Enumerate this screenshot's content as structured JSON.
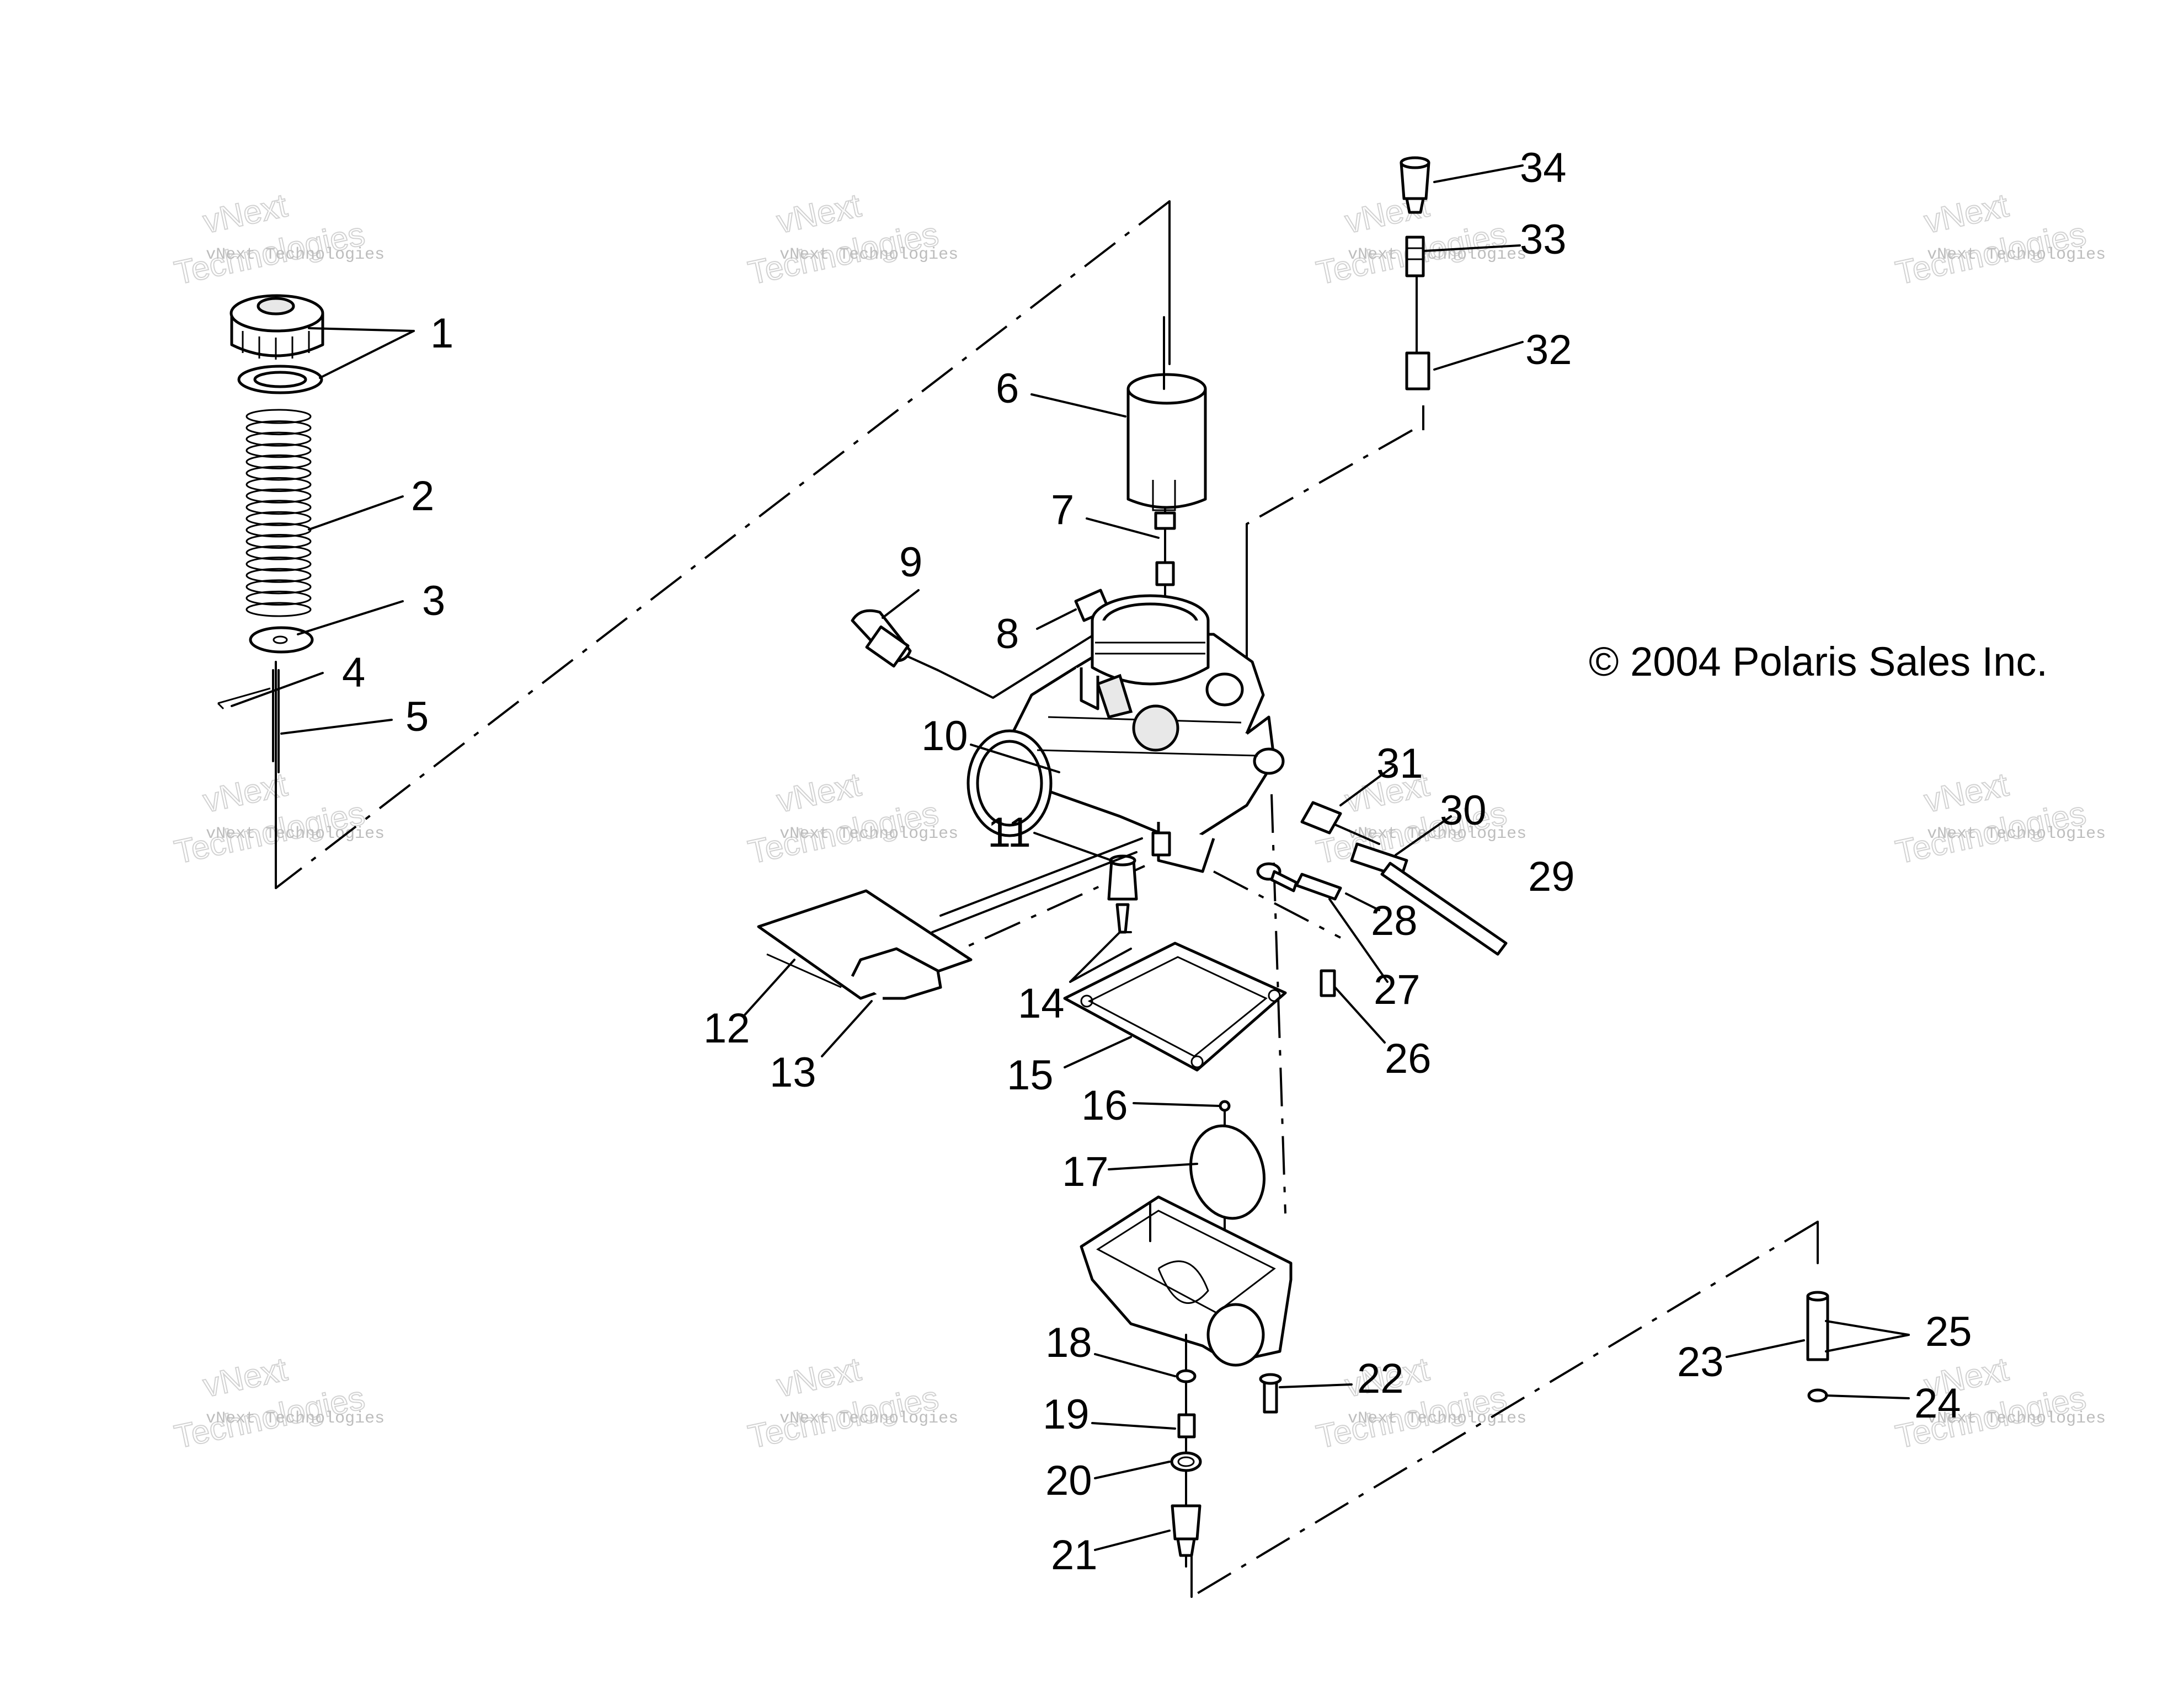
{
  "copyright": "© 2004 Polaris Sales Inc.",
  "watermark": {
    "line1": "vNext Technologies",
    "line2": "vNext",
    "line3": "Technologies"
  },
  "callouts": [
    "1",
    "2",
    "3",
    "4",
    "5",
    "6",
    "7",
    "8",
    "9",
    "10",
    "11",
    "12",
    "13",
    "14",
    "15",
    "16",
    "17",
    "18",
    "19",
    "20",
    "21",
    "22",
    "23",
    "24",
    "25",
    "26",
    "27",
    "28",
    "29",
    "30",
    "31",
    "32",
    "33",
    "34"
  ]
}
